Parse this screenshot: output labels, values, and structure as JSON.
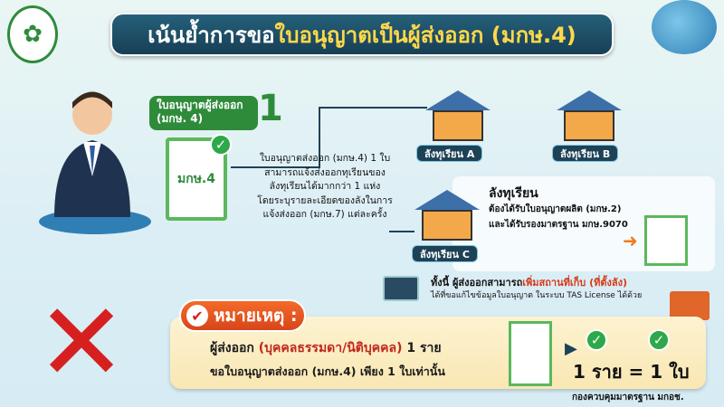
{
  "header": {
    "logo_icon": "agency-seal-icon",
    "title_prefix": "เน้นย้ำการขอ",
    "title_highlight": "ใบอนุญาตเป็นผู้ส่งออก (มกษ.4)"
  },
  "license": {
    "label_line1": "ใบอนุญาตผู้ส่งออก",
    "label_line2": "(มกษ. 4)",
    "number": "1",
    "cert_text": "มกษ.4"
  },
  "description": [
    "ใบอนุญาตส่งออก (มกษ.4) 1 ใบ",
    "สามารถแจ้งส่งออกทุเรียนของ",
    "ลังทุเรียนได้มากกว่า 1 แห่ง",
    "โดยระบุรายละเอียดของลังในการ",
    "แจ้งส่งออก (มกษ.7) แต่ละครั้ง"
  ],
  "warehouses": [
    {
      "label": "ลังทุเรียน A"
    },
    {
      "label": "ลังทุเรียน B"
    },
    {
      "label": "ลังทุเรียน C"
    }
  ],
  "info": {
    "title": "ลังทุเรียน",
    "line1": "ต้องได้รับใบอนุญาตผลิต (มกษ.2)",
    "line2": "และได้รับรองมาตรฐาน มกษ.9070"
  },
  "tas": {
    "prefix": "ทั้งนี้ ผู้ส่งออกสามารถ",
    "highlight": "เพิ่มสถานที่เก็บ (ที่ตั้งลัง)",
    "line2": "ได้ที่ขอแก้ไขข้อมูลใบอนุญาต ในระบบ TAS License ได้ด้วย"
  },
  "note": {
    "badge": "หมายเหตุ :",
    "l1_prefix": "ผู้ส่งออก ",
    "l1_highlight": "(บุคคลธรรมดา/นิติบุคคล)",
    "l1_suffix": " 1 ราย",
    "line2": "ขอใบอนุญาตส่งออก (มกษ.4) เพียง 1 ใบเท่านั้น",
    "equation": "1 ราย = 1 ใบ"
  },
  "footer": "กองควบคุมมาตรฐาน มกอช.",
  "colors": {
    "title_bg": "#173f55",
    "highlight": "#ffd84a",
    "green": "#2e8b3a",
    "orange": "#e8561f",
    "red": "#c0271b"
  }
}
